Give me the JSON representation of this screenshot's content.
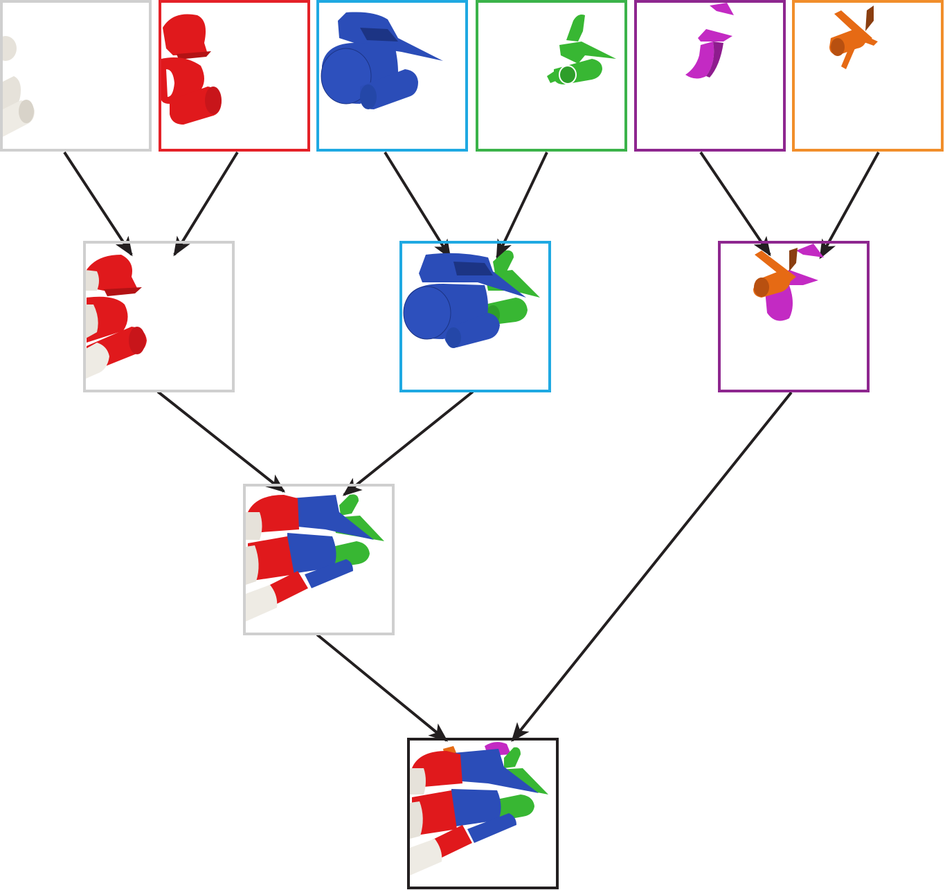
{
  "diagram": {
    "type": "binary-merge-tree",
    "colors": {
      "white": "#f2efe9",
      "red": "#e0191c",
      "blue": "#2b4db8",
      "green": "#38b733",
      "magenta": "#c32ac3",
      "orange": "#e66a14",
      "arrow": "#231f20"
    },
    "leaves": [
      {
        "id": "leaf-white",
        "frame": "#cfcfcf",
        "pieces": [
          "white"
        ]
      },
      {
        "id": "leaf-red",
        "frame": "#e42128",
        "pieces": [
          "red"
        ]
      },
      {
        "id": "leaf-blue",
        "frame": "#1fa9e2",
        "pieces": [
          "blue"
        ]
      },
      {
        "id": "leaf-green",
        "frame": "#3bb34a",
        "pieces": [
          "green"
        ]
      },
      {
        "id": "leaf-magenta",
        "frame": "#8e278f",
        "pieces": [
          "magenta"
        ]
      },
      {
        "id": "leaf-orange",
        "frame": "#f18e2b",
        "pieces": [
          "orange"
        ]
      }
    ],
    "level2": [
      {
        "id": "merge-white-red",
        "frame": "#cfcfcf",
        "pieces": [
          "white",
          "red"
        ],
        "children": [
          "leaf-white",
          "leaf-red"
        ]
      },
      {
        "id": "merge-blue-green",
        "frame": "#1fa9e2",
        "pieces": [
          "blue",
          "green"
        ],
        "children": [
          "leaf-blue",
          "leaf-green"
        ]
      },
      {
        "id": "merge-magenta-orange",
        "frame": "#8e278f",
        "pieces": [
          "magenta",
          "orange"
        ],
        "children": [
          "leaf-magenta",
          "leaf-orange"
        ]
      }
    ],
    "level3": [
      {
        "id": "merge-white-red-blue-green",
        "frame": "#cfcfcf",
        "pieces": [
          "white",
          "red",
          "blue",
          "green"
        ],
        "children": [
          "merge-white-red",
          "merge-blue-green"
        ]
      }
    ],
    "root": {
      "id": "merge-all",
      "frame": "#231f20",
      "pieces": [
        "white",
        "red",
        "blue",
        "green",
        "magenta",
        "orange"
      ],
      "children": [
        "merge-white-red-blue-green",
        "merge-magenta-orange"
      ]
    }
  }
}
